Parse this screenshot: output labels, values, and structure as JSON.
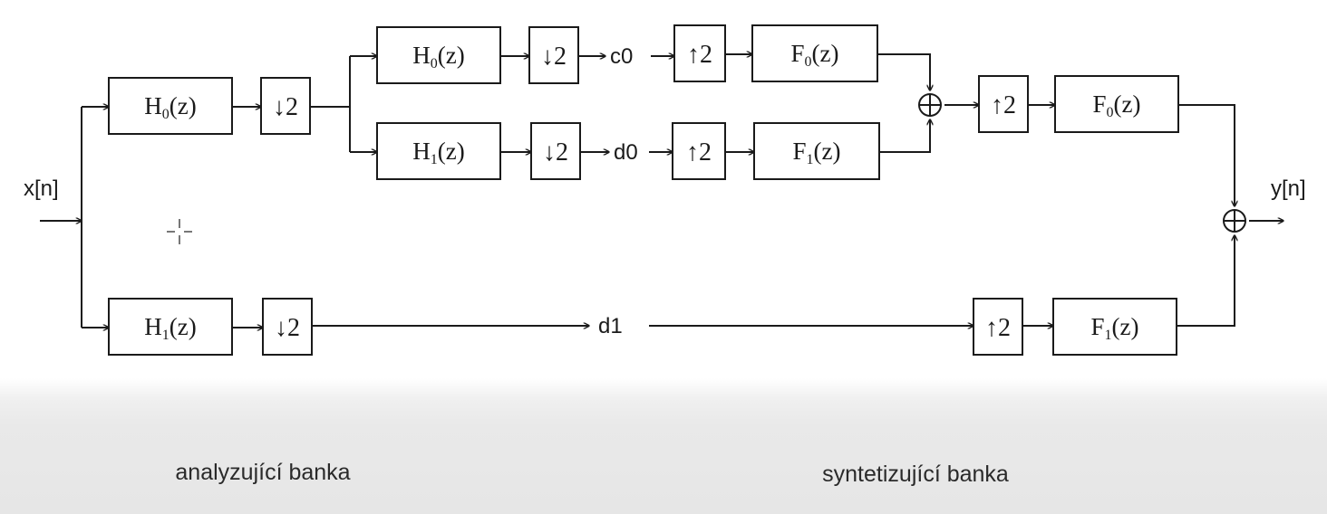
{
  "signals": {
    "input": "x[n]",
    "output": "y[n]",
    "c0": "c0",
    "d0": "d0",
    "d1": "d1"
  },
  "blocks": {
    "a_h0": {
      "base": "H",
      "sub": "0",
      "tail": "(z)"
    },
    "a_h1": {
      "base": "H",
      "sub": "1",
      "tail": "(z)"
    },
    "a2_h0": {
      "base": "H",
      "sub": "0",
      "tail": "(z)"
    },
    "a2_h1": {
      "base": "H",
      "sub": "1",
      "tail": "(z)"
    },
    "s2_f0": {
      "base": "F",
      "sub": "0",
      "tail": "(z)"
    },
    "s2_f1": {
      "base": "F",
      "sub": "1",
      "tail": "(z)"
    },
    "s_f0": {
      "base": "F",
      "sub": "0",
      "tail": "(z)"
    },
    "s_f1": {
      "base": "F",
      "sub": "1",
      "tail": "(z)"
    }
  },
  "rate_changers": {
    "down": "↓2",
    "up": "↑2"
  },
  "banks": {
    "analysis": "analyzující banka",
    "synthesis": "syntetizující banka"
  }
}
